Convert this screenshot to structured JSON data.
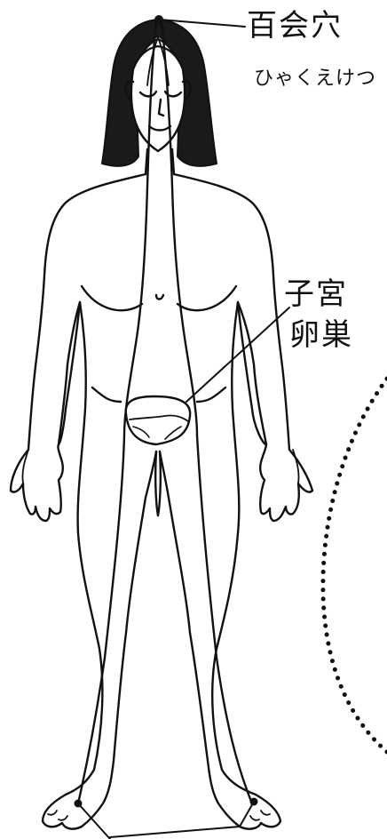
{
  "labels": {
    "acupoint_name": "百会穴",
    "acupoint_reading": "ひゃくえけつ",
    "organ_line_1": "子宮",
    "organ_line_2": "卵巣"
  },
  "icons": {
    "figure": "female-body-outline-icon",
    "crown_point": "crown-acupoint-marker-icon",
    "foot_points": "foot-acupoint-marker-icon",
    "aura": "dotted-aura-arc-icon"
  },
  "colors": {
    "ink": "#111111",
    "hair": "#1a1a1a",
    "background": "#ffffff"
  }
}
